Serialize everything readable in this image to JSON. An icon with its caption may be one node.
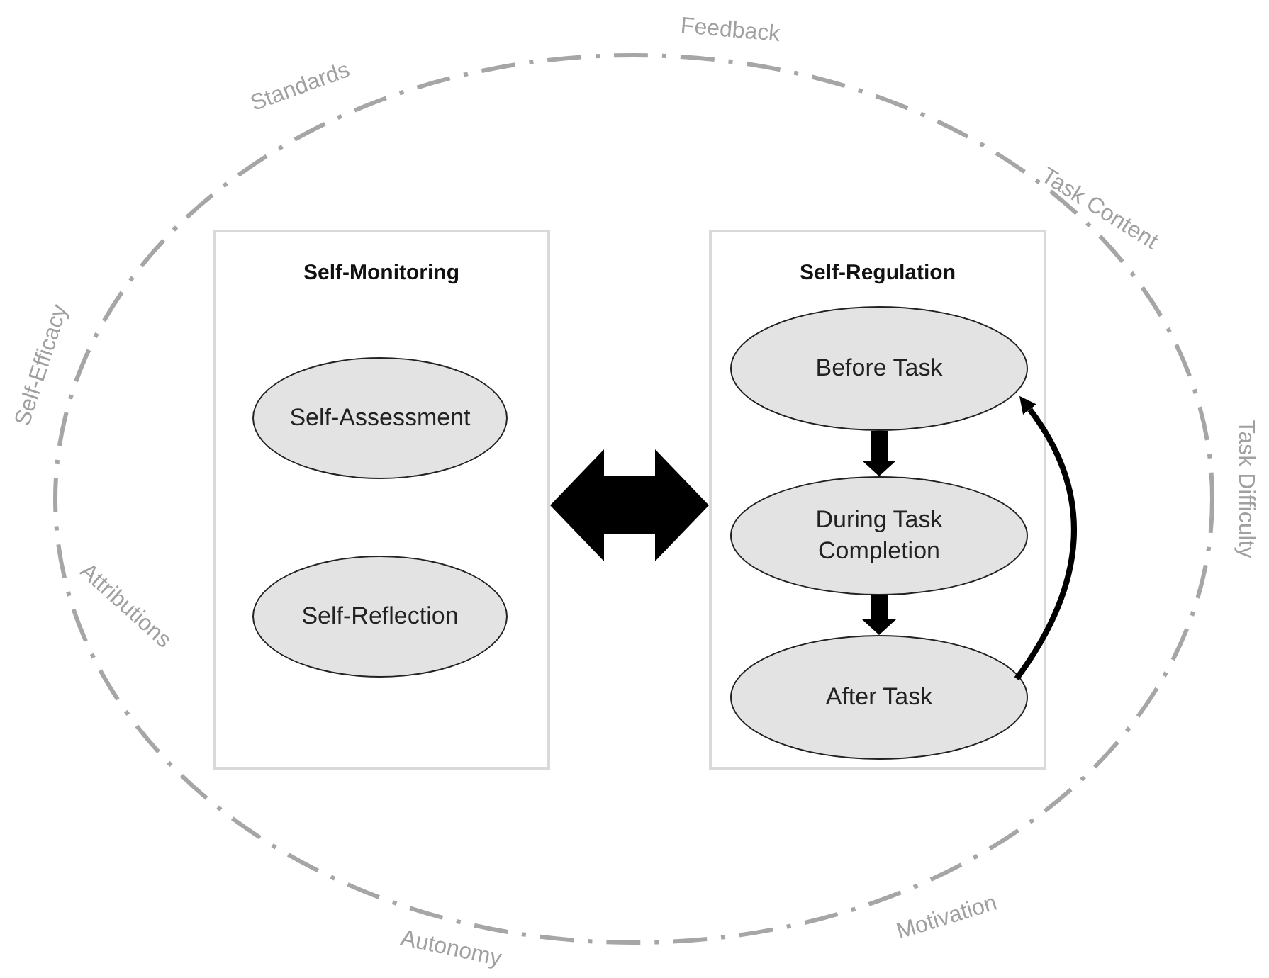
{
  "diagram": {
    "nodes": [
      {
        "text": [
          "Self-Monitoring"
        ]
      },
      {
        "text": [
          "Self-Assessment"
        ],
        "in": 0
      },
      {
        "text": [
          "Self-Reflection"
        ],
        "in": 0
      },
      {
        "text": [
          "Self-Regulation"
        ]
      },
      {
        "text": [
          "Before Task"
        ],
        "in": 3
      },
      {
        "text": [
          "During Task Completion"
        ],
        "in": 3
      },
      {
        "text": [
          "After Task"
        ],
        "in": 3
      }
    ],
    "edges": [
      {
        "from": 0,
        "to": 3,
        "arrow": "both",
        "style": "thick"
      },
      {
        "from": 4,
        "to": 5,
        "arrow": "to"
      },
      {
        "from": 5,
        "to": 6,
        "arrow": "to"
      },
      {
        "from": 6,
        "to": 4,
        "arrow": "to"
      }
    ],
    "labels": [
      "Feedback",
      "Standards",
      "Task Content",
      "Self-Efficacy",
      "Task Difficulty",
      "Attributions",
      "Motivation",
      "Autonomy"
    ]
  }
}
